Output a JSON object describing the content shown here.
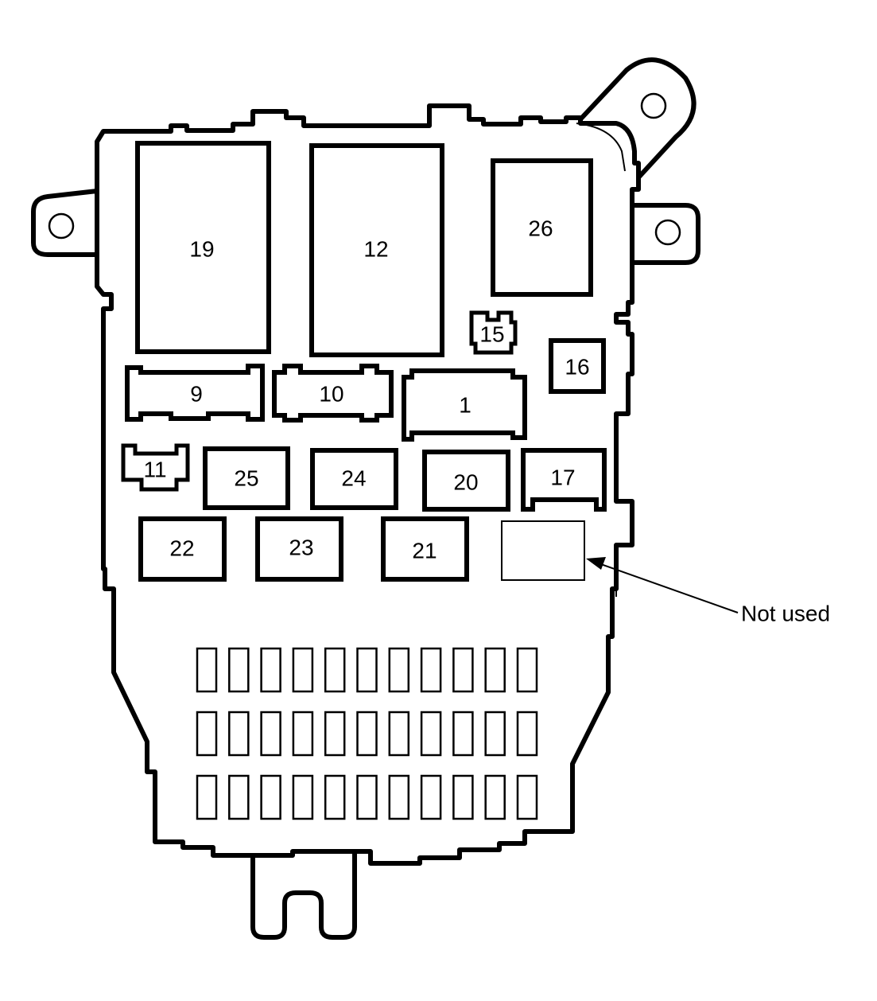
{
  "fuse_labels": {
    "f19": "19",
    "f12": "12",
    "f26": "26",
    "f15": "15",
    "f16": "16",
    "f9": "9",
    "f10": "10",
    "f1": "1",
    "f11": "11",
    "f25": "25",
    "f24": "24",
    "f20": "20",
    "f17": "17",
    "f22": "22",
    "f23": "23",
    "f21": "21"
  },
  "callout": {
    "not_used": "Not used"
  },
  "connector": {
    "rows": 3,
    "pins_per_row": 11
  }
}
